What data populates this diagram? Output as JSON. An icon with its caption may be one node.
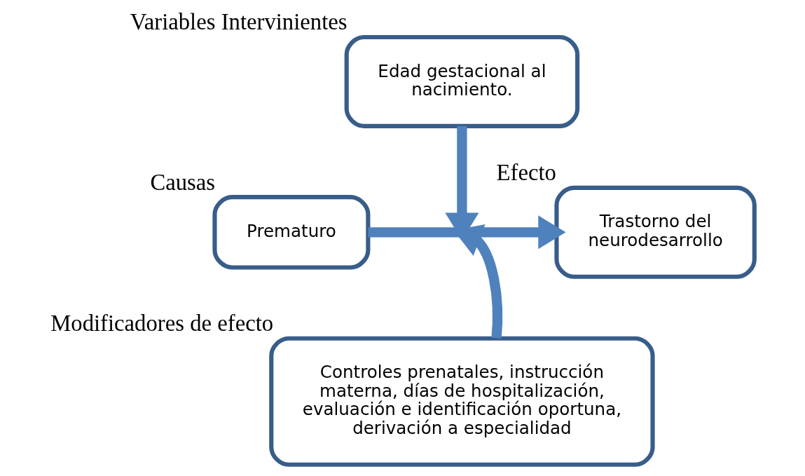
{
  "diagram": {
    "nodes": [
      {
        "text": [
          "Edad gestacional al nacimiento."
        ],
        "beside": [
          "Variables Intervinientes"
        ]
      },
      {
        "text": [
          "Prematuro"
        ],
        "beside": [
          "Causas"
        ]
      },
      {
        "text": [
          "Trastorno del neurodesarrollo"
        ],
        "beside": [
          "Efecto"
        ]
      },
      {
        "text": [
          "Controles prenatales, instrucción materna, días de hospitalización, evaluación e identificación oportuna, derivación a especialidad"
        ],
        "beside": [
          "Modificadores de efecto"
        ]
      }
    ],
    "edges": [
      {
        "from": 1,
        "to": 2,
        "arrow": "to"
      },
      {
        "from": 0,
        "to": null,
        "arrow": "to"
      },
      {
        "from": 3,
        "to": null,
        "arrow": "to"
      }
    ]
  }
}
